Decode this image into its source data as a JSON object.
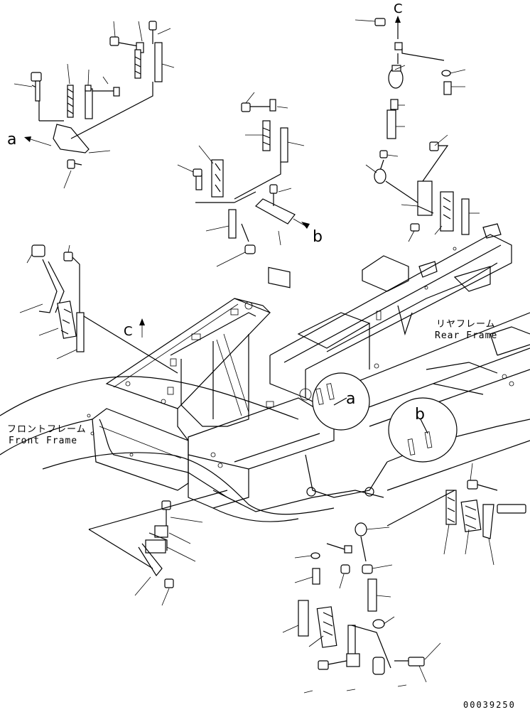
{
  "labels": {
    "a_top": "a",
    "a_mid": "a",
    "b_top": "b",
    "b_mid": "b",
    "c_top": "C",
    "c_mid": "C"
  },
  "frames": {
    "rear_jp": "リヤフレーム",
    "rear_en": "Rear Frame",
    "front_jp": "フロントフレーム",
    "front_en": "Front Frame"
  },
  "drawing_code": "00039250"
}
